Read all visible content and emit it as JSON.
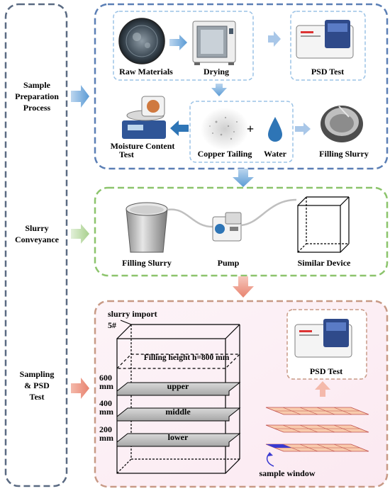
{
  "stages": {
    "preparation": {
      "title_line1": "Sample",
      "title_line2": "Preparation",
      "title_line3": "Process",
      "raw_materials": "Raw Materials",
      "drying": "Drying",
      "psd_test": "PSD Test",
      "moisture_line1": "Moisture Content",
      "moisture_line2": "Test",
      "copper_tailing": "Copper Tailing",
      "water": "Water",
      "filling_slurry": "Filling Slurry"
    },
    "conveyance": {
      "title_line1": "Slurry",
      "title_line2": "Conveyance",
      "filling_slurry": "Filling Slurry",
      "pump": "Pump",
      "similar_device": "Similar Device"
    },
    "sampling": {
      "title_line1": "Sampling",
      "title_line2": "& PSD",
      "title_line3": "Test",
      "slurry_import": "slurry import",
      "port": "5#",
      "filling_height": "Filling height h=800 mm",
      "upper": "upper",
      "middle": "middle",
      "lower": "lower",
      "h600": "600",
      "h400": "400",
      "h200": "200",
      "unit": "mm",
      "psd_test": "PSD Test",
      "sample_window": "sample window"
    }
  },
  "colors": {
    "stage1_border": "#5b7fb5",
    "stage2_border": "#8cc46c",
    "stage3_border": "#c89a86",
    "side_border": "#5a6a82",
    "inner_dash": "#9cc3e6",
    "arrow_blue": "#5b9bd5",
    "arrow_green": "#a9d08e",
    "arrow_red": "#e8836f"
  }
}
